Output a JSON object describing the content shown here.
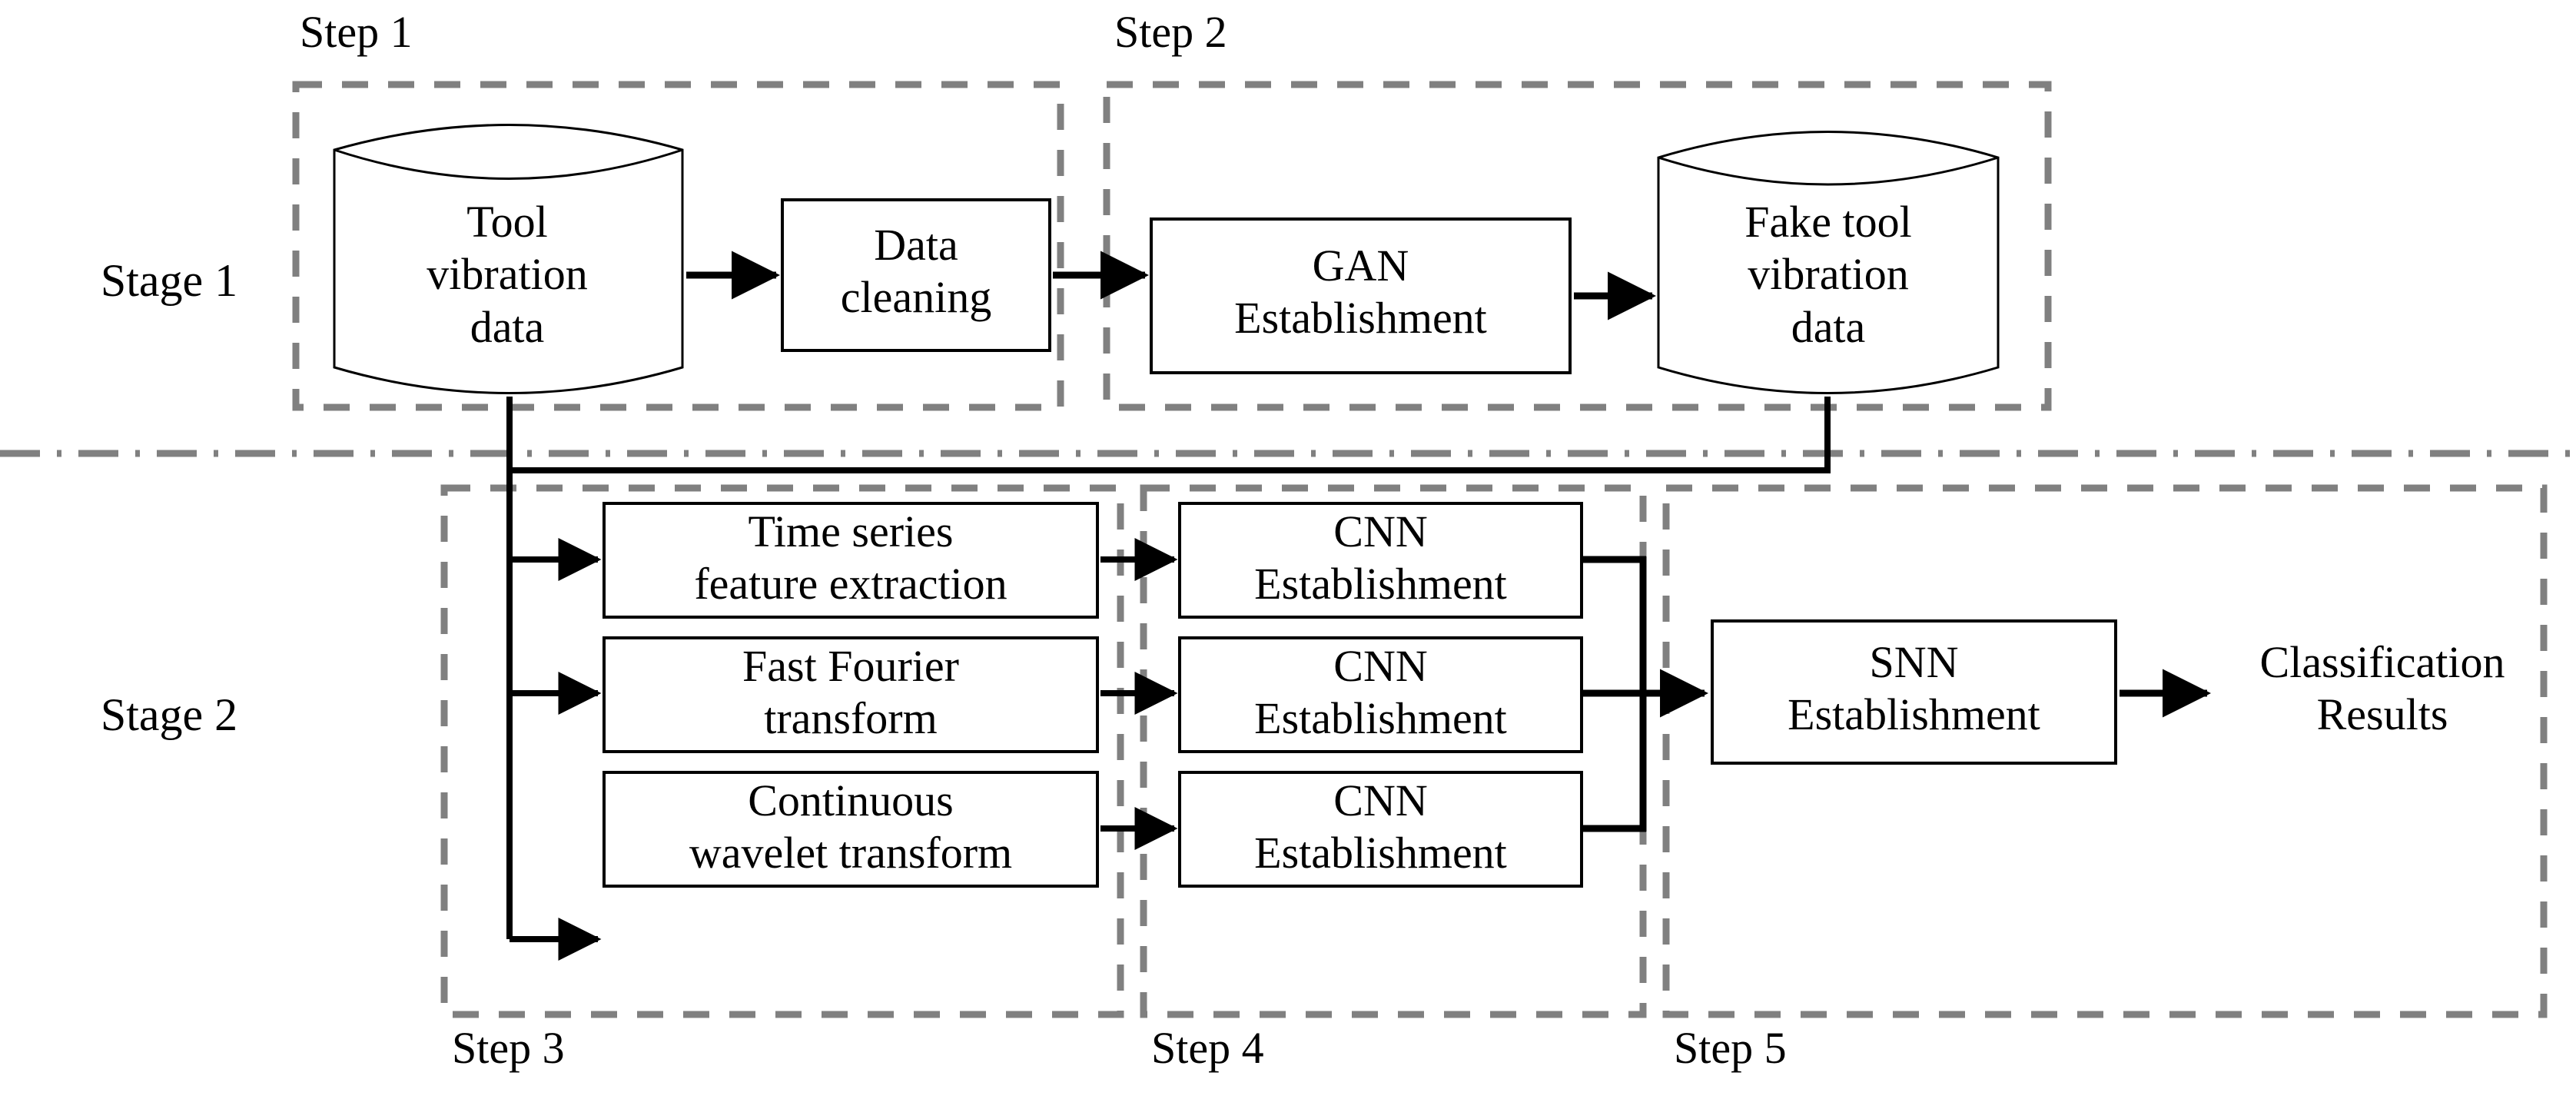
{
  "figure": {
    "type": "flowchart",
    "title_present": false,
    "colors": {
      "stroke": "#000000",
      "dashed_group_border": "#808080",
      "stage_divider": "#808080",
      "background": "#ffffff",
      "text": "#000000"
    }
  },
  "stages": [
    {
      "id": "stage-1",
      "label": "Stage 1"
    },
    {
      "id": "stage-2",
      "label": "Stage 2"
    }
  ],
  "steps": [
    {
      "id": "step-1",
      "label": "Step 1",
      "stage": "stage-1",
      "label_position": "top-left"
    },
    {
      "id": "step-2",
      "label": "Step 2",
      "stage": "stage-1",
      "label_position": "top-left"
    },
    {
      "id": "step-3",
      "label": "Step 3",
      "stage": "stage-2",
      "label_position": "bottom-left"
    },
    {
      "id": "step-4",
      "label": "Step 4",
      "stage": "stage-2",
      "label_position": "bottom-left"
    },
    {
      "id": "step-5",
      "label": "Step 5",
      "stage": "stage-2",
      "label_position": "bottom-left"
    }
  ],
  "nodes": [
    {
      "id": "tool-vibration-data",
      "shape": "cylinder",
      "step": "step-1",
      "label": "Tool\nvibration\ndata"
    },
    {
      "id": "data-cleaning",
      "shape": "rectangle",
      "step": "step-1",
      "label": "Data\ncleaning"
    },
    {
      "id": "gan-establishment",
      "shape": "rectangle",
      "step": "step-2",
      "label": "GAN\nEstablishment"
    },
    {
      "id": "fake-tool-vibration-data",
      "shape": "cylinder",
      "step": "step-2",
      "label": "Fake tool\nvibration\ndata"
    },
    {
      "id": "time-series-feature-extraction",
      "shape": "rectangle",
      "step": "step-3",
      "label": "Time series\nfeature extraction"
    },
    {
      "id": "fast-fourier-transform",
      "shape": "rectangle",
      "step": "step-3",
      "label": "Fast Fourier\ntransform"
    },
    {
      "id": "continuous-wavelet-transform",
      "shape": "rectangle",
      "step": "step-3",
      "label": "Continuous\nwavelet transform"
    },
    {
      "id": "cnn-establishment-1",
      "shape": "rectangle",
      "step": "step-4",
      "label": "CNN\nEstablishment"
    },
    {
      "id": "cnn-establishment-2",
      "shape": "rectangle",
      "step": "step-4",
      "label": "CNN\nEstablishment"
    },
    {
      "id": "cnn-establishment-3",
      "shape": "rectangle",
      "step": "step-4",
      "label": "CNN\nEstablishment"
    },
    {
      "id": "snn-establishment",
      "shape": "rectangle",
      "step": "step-5",
      "label": "SNN\nEstablishment"
    },
    {
      "id": "classification-results",
      "shape": "text",
      "step": "step-5",
      "label": "Classification\nResults"
    }
  ],
  "edges": [
    {
      "from": "tool-vibration-data",
      "to": "data-cleaning",
      "style": "arrow"
    },
    {
      "from": "data-cleaning",
      "to": "gan-establishment",
      "style": "arrow"
    },
    {
      "from": "gan-establishment",
      "to": "fake-tool-vibration-data",
      "style": "arrow"
    },
    {
      "from": "tool-vibration-data",
      "to": "stage-2-feature-bus",
      "style": "line"
    },
    {
      "from": "fake-tool-vibration-data",
      "to": "stage-2-feature-bus",
      "style": "line"
    },
    {
      "from": "stage-2-feature-bus",
      "to": "time-series-feature-extraction",
      "style": "arrow"
    },
    {
      "from": "stage-2-feature-bus",
      "to": "fast-fourier-transform",
      "style": "arrow"
    },
    {
      "from": "stage-2-feature-bus",
      "to": "continuous-wavelet-transform",
      "style": "arrow"
    },
    {
      "from": "time-series-feature-extraction",
      "to": "cnn-establishment-1",
      "style": "arrow"
    },
    {
      "from": "fast-fourier-transform",
      "to": "cnn-establishment-2",
      "style": "arrow"
    },
    {
      "from": "continuous-wavelet-transform",
      "to": "cnn-establishment-3",
      "style": "arrow"
    },
    {
      "from": "cnn-establishment-1",
      "to": "snn-establishment",
      "style": "arrow"
    },
    {
      "from": "cnn-establishment-2",
      "to": "snn-establishment",
      "style": "arrow"
    },
    {
      "from": "cnn-establishment-3",
      "to": "snn-establishment",
      "style": "arrow"
    },
    {
      "from": "snn-establishment",
      "to": "classification-results",
      "style": "arrow"
    }
  ]
}
